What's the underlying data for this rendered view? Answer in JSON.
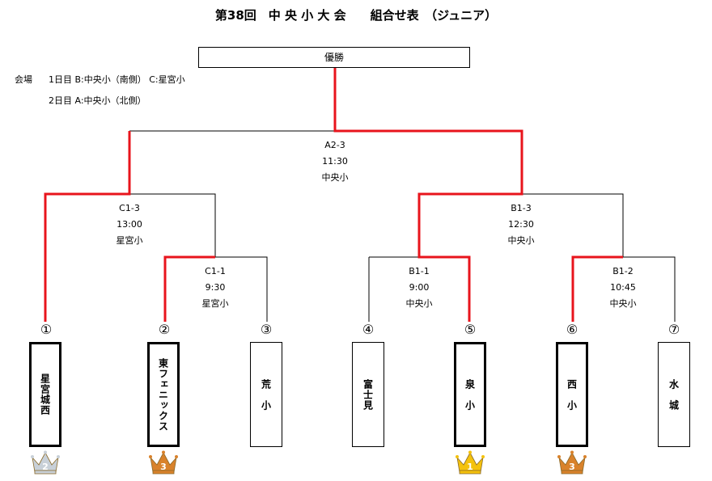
{
  "title": "第38回　中 央 小 大 会　　組合せ表　（ジュニア）",
  "winner_label": "優勝",
  "venue": {
    "label": "会場",
    "day1": "1日目 B:中央小（南側） C:星宮小",
    "day2": "2日目 A:中央小（北側）"
  },
  "matches": {
    "a23": {
      "code": "A2-3",
      "time": "11:30",
      "place": "中央小"
    },
    "c13": {
      "code": "C1-3",
      "time": "13:00",
      "place": "星宮小"
    },
    "b13": {
      "code": "B1-3",
      "time": "12:30",
      "place": "中央小"
    },
    "c11": {
      "code": "C1-1",
      "time": "9:30",
      "place": "星宮小"
    },
    "b11": {
      "code": "B1-1",
      "time": "9:00",
      "place": "中央小"
    },
    "b12": {
      "code": "B1-2",
      "time": "10:45",
      "place": "中央小"
    }
  },
  "teams": [
    {
      "seed": "①",
      "name": "星宮城西",
      "crown": "silver",
      "rank": "2"
    },
    {
      "seed": "②",
      "name": "東フェニックス",
      "crown": "bronze",
      "rank": "3"
    },
    {
      "seed": "③",
      "name": "荒　小",
      "crown": "",
      "rank": ""
    },
    {
      "seed": "④",
      "name": "富士見",
      "crown": "",
      "rank": ""
    },
    {
      "seed": "⑤",
      "name": "泉　小",
      "crown": "gold",
      "rank": "1"
    },
    {
      "seed": "⑥",
      "name": "西　小",
      "crown": "bronze",
      "rank": "3"
    },
    {
      "seed": "⑦",
      "name": "水　城",
      "crown": "",
      "rank": ""
    }
  ],
  "colors": {
    "win_line": "#e8141c",
    "line": "#000000",
    "gold": "#f4c20d",
    "silver": "#c8d0d8",
    "bronze": "#d9822b"
  }
}
